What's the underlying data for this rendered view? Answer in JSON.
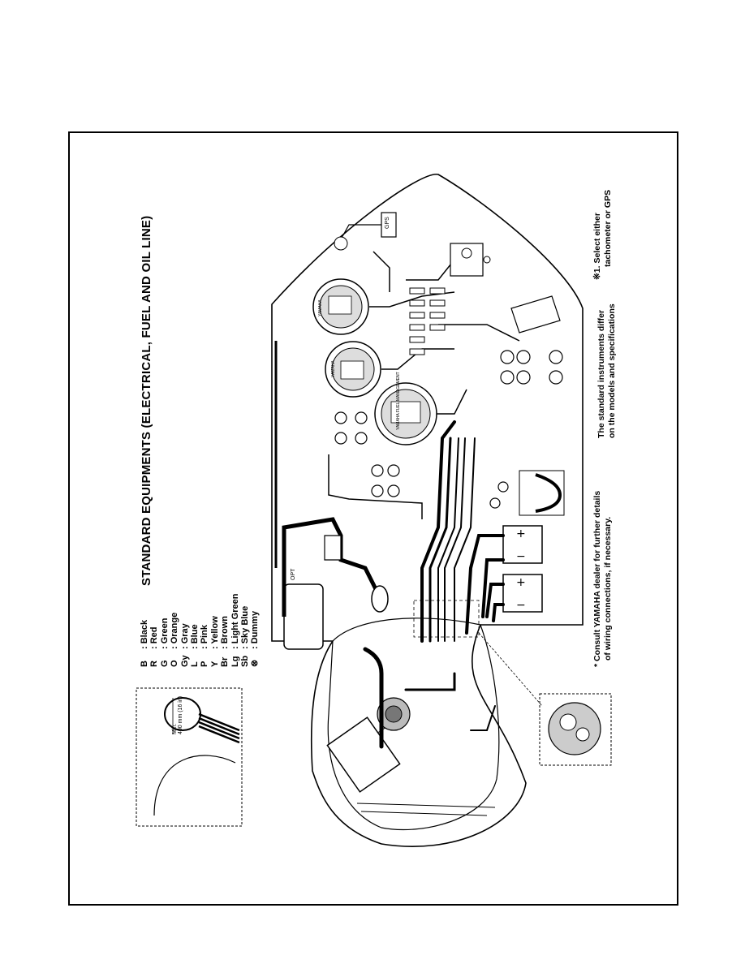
{
  "title": "STANDARD EQUIPMENTS (ELECTRICAL, FUEL AND OIL LINE)",
  "legend": [
    {
      "code": "B",
      "color": ": Black"
    },
    {
      "code": "R",
      "color": ": Red"
    },
    {
      "code": "G",
      "color": ": Green"
    },
    {
      "code": "O",
      "color": ": Orange"
    },
    {
      "code": "Gy",
      "color": ": Gray"
    },
    {
      "code": "L",
      "color": ": Blue"
    },
    {
      "code": "P",
      "color": ": Pink"
    },
    {
      "code": "Y",
      "color": ": Yellow"
    },
    {
      "code": "Br",
      "color": ": Brown"
    },
    {
      "code": "Lg",
      "color": ": Light Green"
    },
    {
      "code": "Sb",
      "color": ": Sky Blue"
    },
    {
      "code": "⊗",
      "color": ": Dummy"
    }
  ],
  "notes": {
    "consult_line1": "* Consult YAMAHA dealer for further details",
    "consult_line2": "of wiring connections, if necessary.",
    "instruments_line1": "The standard instruments differ",
    "instruments_line2": "on the models and specifications",
    "select_line1": "※1. Select either",
    "select_line2": "tachometer or GPS"
  },
  "inset": {
    "dimension_line1": "Min.",
    "dimension_line2": "400 mm (16 in)"
  },
  "labels": {
    "gps": "GPS",
    "opt": "OPT",
    "fuel_mgmt": "YAMAHA FUEL MANAGEMENT",
    "yamaha": "YAMAHA"
  }
}
